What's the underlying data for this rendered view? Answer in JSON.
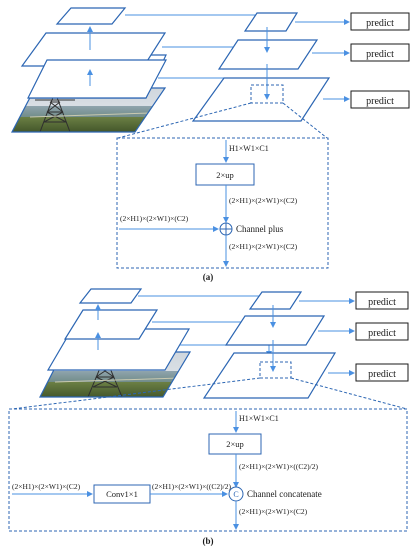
{
  "panel_a": {
    "caption": "(a)",
    "predict_labels": [
      "predict",
      "predict",
      "predict"
    ],
    "input_dims": "H1×W1×C1",
    "up_label": "2×up",
    "after_up_dims": "(2×H1)×(2×W1)×(C2)",
    "lateral_dims": "(2×H1)×(2×W1)×(C2)",
    "op_label": "Channel plus",
    "output_dims": "(2×H1)×(2×W1)×(C2)"
  },
  "panel_b": {
    "caption": "(b)",
    "predict_labels": [
      "predict",
      "predict",
      "predict"
    ],
    "input_dims": "H1×W1×C1",
    "up_label": "2×up",
    "after_up_dims": "(2×H1)×(2×W1)×((C2)/2)",
    "lateral_dims": "(2×H1)×(2×W1)×(C2)",
    "conv_label": "Conv1×1",
    "after_conv_dims": "(2×H1)×(2×W1)×((C2)/2)",
    "op_label": "Channel concatenate",
    "output_dims": "(2×H1)×(2×W1)×(C2)"
  },
  "colors": {
    "line_blue": "#4a90e2",
    "box_blue": "#2c66b3",
    "text": "#1a1a1a"
  }
}
